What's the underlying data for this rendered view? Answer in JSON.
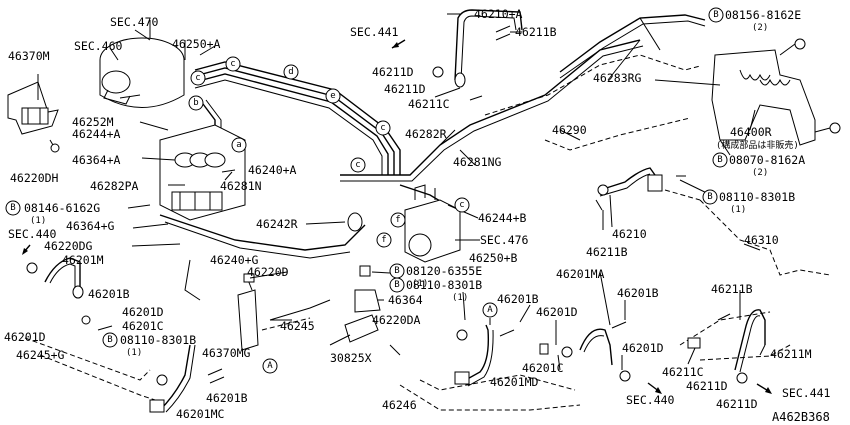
{
  "diagram_code": "A462B368",
  "labels": {
    "sec470": "SEC.470",
    "sec460": "SEC.460",
    "p46370M": "46370M",
    "p46250A": "46250+A",
    "p46252M": "46252M",
    "p46244A": "46244+A",
    "p46364A": "46364+A",
    "p46240A": "46240+A",
    "p46282PA": "46282PA",
    "p46281N": "46281N",
    "p46220DH": "46220DH",
    "p08146": "08146-6162G",
    "p08146q": "(1)",
    "p46364G": "46364+G",
    "sec440a": "SEC.440",
    "p46220DG": "46220DG",
    "p46201M": "46201M",
    "p46201Ba": "46201B",
    "p46242R": "46242R",
    "p46240G": "46240+G",
    "p46220D": "46220D",
    "p46201Da": "46201D",
    "p46201C": "46201C",
    "p46201Db": "46201D",
    "p08110a": "08110-8301B",
    "p08110aq": "(1)",
    "p46245G": "46245+G",
    "p46370MG": "46370MG",
    "p46245": "46245",
    "p46201Bb": "46201B",
    "p46201MC": "46201MC",
    "sec441a": "SEC.441",
    "p46210A": "46210+A",
    "p46211Ba": "46211B",
    "p46211Da": "46211D",
    "p46211Db": "46211D",
    "p46211C": "46211C",
    "p46282R": "46282R",
    "p46281NG": "46281NG",
    "p46283RG": "46283RG",
    "p46290": "46290",
    "p08156": "08156-8162E",
    "p08156q": "(2)",
    "p46400R": "46400R",
    "p46400Rnote": "(構成部品は非販売)",
    "p08070": "08070-8162A",
    "p08070q": "(2)",
    "p08110b": "08110-8301B",
    "p08110bq": "(1)",
    "p46210": "46210",
    "p46211Bb": "46211B",
    "p46310": "46310",
    "p46244B": "46244+B",
    "sec476": "SEC.476",
    "p46250B": "46250+B",
    "p08120": "08120-6355E",
    "p08120q": "(1)",
    "p08110c": "08110-8301B",
    "p08110cq": "(1)",
    "p46364": "46364",
    "p46220DA": "46220DA",
    "p30825X": "30825X",
    "p46201Bc": "46201B",
    "p46201MD": "46201MD",
    "p46201MA": "46201MA",
    "p46201Dc": "46201D",
    "p46201Bd": "46201B",
    "p46201Cb": "46201C",
    "p46201Dd": "46201D",
    "sec440b": "SEC.440",
    "p46246": "46246",
    "p46211Bc": "46211B",
    "p46211M": "46211M",
    "p46211Cc": "46211C",
    "p46211Dc": "46211D",
    "sec441b": "SEC.441",
    "p46211Dd": "46211D"
  },
  "callouts": {
    "a": "a",
    "b": "b",
    "c": "c",
    "d": "d",
    "e": "e",
    "f": "f",
    "A": "A",
    "B": "B"
  }
}
